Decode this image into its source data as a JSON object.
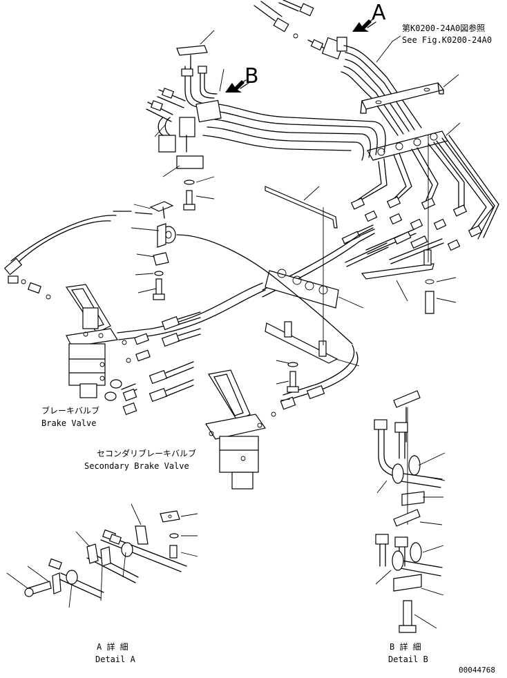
{
  "callouts": {
    "detail_a_letter": "A",
    "detail_b_letter": "B"
  },
  "reference": {
    "jp": "第K0200-24A0図参照",
    "en": "See Fig.K0200-24A0"
  },
  "labels": {
    "brake_valve_jp": "ブレーキバルブ",
    "brake_valve_en": "Brake Valve",
    "secondary_brake_valve_jp": "セコンダリブレーキバルブ",
    "secondary_brake_valve_en": "Secondary Brake Valve",
    "detail_a_jp": "A 詳 細",
    "detail_a_en": "Detail A",
    "detail_b_jp": "B 詳 細",
    "detail_b_en": "Detail B"
  },
  "drawing_number": "00044768"
}
